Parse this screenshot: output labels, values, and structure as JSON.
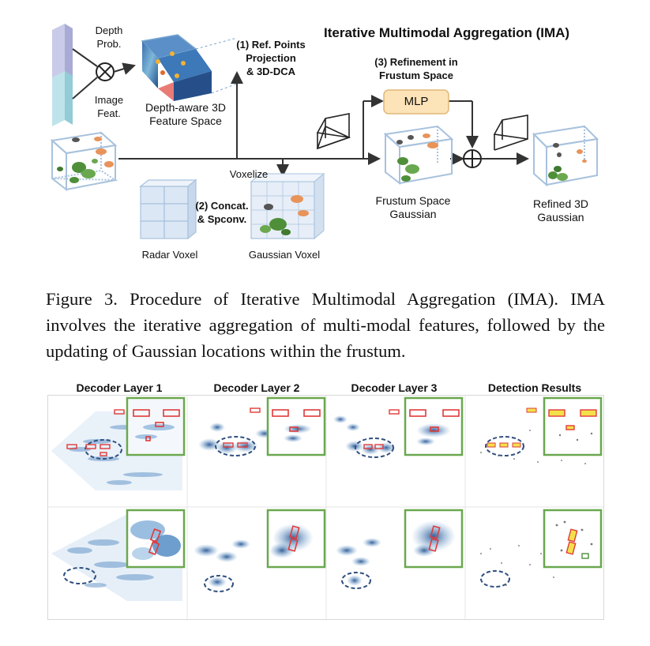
{
  "diagram": {
    "title": "Iterative Multimodal Aggregation (IMA)",
    "depth_prob": "Depth\nProb.",
    "image_feat": "Image\nFeat.",
    "depth_space": "Depth-aware 3D\nFeature Space",
    "step1": "(1) Ref. Points\nProjection\n& 3D-DCA",
    "step2": "(2) Concat.\n& Spconv.",
    "step3": "(3) Refinement in\nFrustum Space",
    "mlp": "MLP",
    "voxelize": "Voxelize",
    "radar_voxel": "Radar Voxel",
    "gaussian_voxel": "Gaussian Voxel",
    "frustum_gaussian": "Frustum Space\nGaussian",
    "refined_gaussian": "Refined 3D\nGaussian"
  },
  "caption": "Figure 3. Procedure of Iterative Multimodal Aggregation (IMA). IMA involves the iterative aggregation of multi-modal features, followed by the updating of Gaussian locations within the frustum.",
  "grid": {
    "columns": [
      "Decoder Layer 1",
      "Decoder Layer 2",
      "Decoder Layer 3",
      "Detection Results"
    ]
  },
  "colors": {
    "blue_box": "#7a9fc4",
    "green": "#4f8f3a",
    "orange": "#e8935a",
    "inset_border": "#6aa84f",
    "red_box": "#e03a3a",
    "mlp_fill": "#fde3b8"
  }
}
